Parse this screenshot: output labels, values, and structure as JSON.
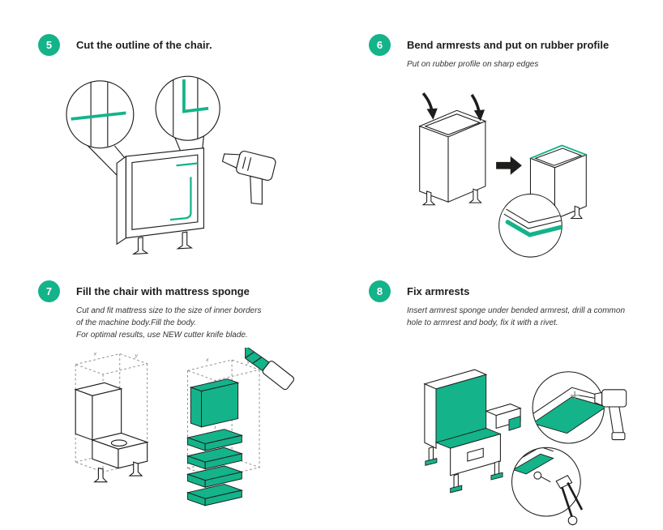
{
  "colors": {
    "accent": "#14b38a",
    "ink": "#1d1d1b",
    "background": "#ffffff"
  },
  "dims": [
    "x",
    "y"
  ],
  "icons": {
    "arrow_right": "→",
    "bend_arrows": "curved down arrows",
    "heat_gun": "heat gun tool",
    "utility_knife": "cutter knife with green blade",
    "power_drill": "cordless drill",
    "rivet_gun": "hand rivet gun",
    "rivet": "rivet fastener",
    "magnifier": "detail zoom circle",
    "crosshair": "+"
  },
  "steps": [
    {
      "number": "5",
      "title": "Cut the outline of the chair.",
      "subtitle": ""
    },
    {
      "number": "6",
      "title": "Bend armrests and put on rubber profile",
      "subtitle": "Put on rubber profile on sharp edges"
    },
    {
      "number": "7",
      "title": "Fill the chair with mattress sponge",
      "subtitle": "Cut and fit mattress size to the size of inner borders\nof the machine body.Fill the body.\nFor optimal results, use NEW cutter knife blade."
    },
    {
      "number": "8",
      "title": "Fix armrests",
      "subtitle": "Insert armrest sponge under bended armrest, drill a common\nhole to armrest and body, fix it with a rivet."
    }
  ]
}
